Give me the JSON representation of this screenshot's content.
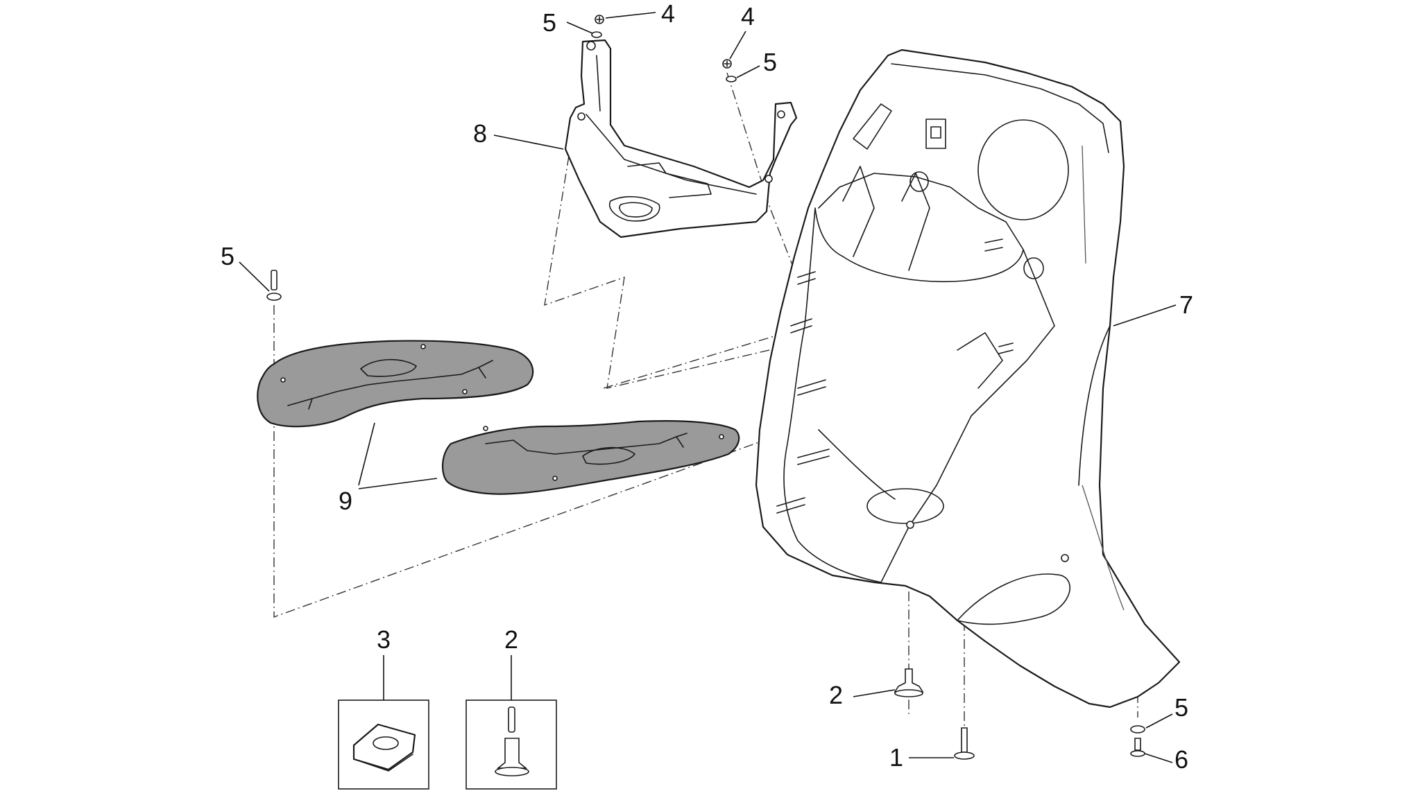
{
  "callouts": {
    "c4_top_left": "4",
    "c5_top_left": "5",
    "c4_top_right": "4",
    "c5_top_right": "5",
    "c8": "8",
    "c5_left": "5",
    "c7": "7",
    "c9": "9",
    "c3": "3",
    "c2_box": "2",
    "c2": "2",
    "c1": "1",
    "c5_bottom_right": "5",
    "c6": "6"
  }
}
